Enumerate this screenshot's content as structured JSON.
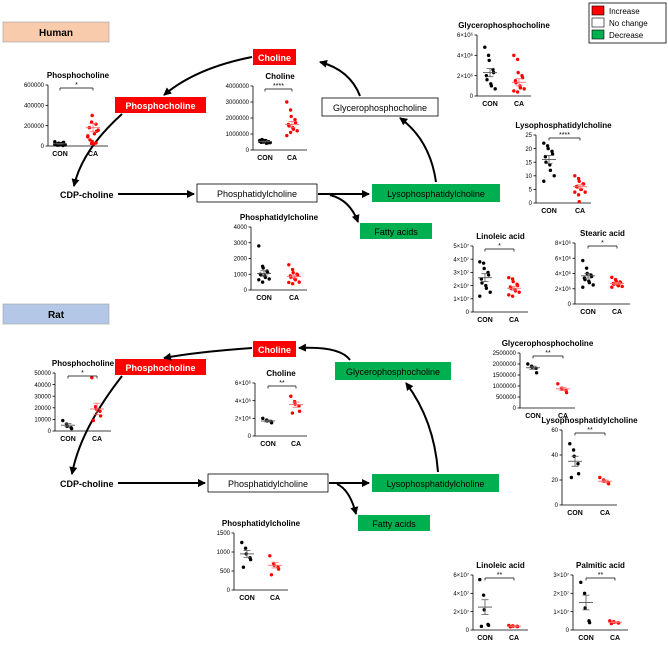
{
  "legend": {
    "items": [
      {
        "label": "Increase",
        "color": "#ff0000"
      },
      {
        "label": "No change",
        "color": "#ffffff"
      },
      {
        "label": "Decrease",
        "color": "#00b050"
      }
    ]
  },
  "colors": {
    "increase": "#ff0000",
    "decrease": "#00b050",
    "human_panel": "#f8cbad",
    "rat_panel": "#b4c7e7",
    "con_point": "#000000",
    "ca_point": "#ff0000"
  },
  "panels": {
    "human": "Human",
    "rat": "Rat"
  },
  "pathway": {
    "human": {
      "choline": "Choline",
      "phosphocholine": "Phosphocholine",
      "glycerophosphocholine": "Glycerophosphocholine",
      "cdp_choline": "CDP-choline",
      "phosphatidylcholine": "Phosphatidylcholine",
      "lysophosphatidylcholine": "Lysophosphatidylcholine",
      "fatty_acids": "Fatty acids"
    },
    "rat": {
      "choline": "Choline",
      "phosphocholine": "Phosphocholine",
      "glycerophosphocholine": "Glycerophosphocholine",
      "cdp_choline": "CDP-choline",
      "phosphatidylcholine": "Phosphatidylcholine",
      "lysophosphatidylcholine": "Lysophosphatidylcholine",
      "fatty_acids": "Fatty acids"
    }
  },
  "chart_data": [
    {
      "id": "h_pcho",
      "type": "scatter",
      "title": "Phosphocholine",
      "categories": [
        "CON",
        "CA"
      ],
      "ylim": [
        0,
        600000
      ],
      "ticks": [
        "0",
        "200000",
        "400000",
        "600000"
      ],
      "tick_values": [
        0,
        200000,
        400000,
        600000
      ],
      "sig": "*",
      "values": [
        [
          15000,
          28000,
          10000,
          5000,
          36000,
          20000,
          8000,
          14000,
          25000,
          11000,
          42000,
          9000
        ],
        [
          100000,
          235000,
          300000,
          215000,
          145000,
          180000,
          60000,
          20000,
          120000,
          155000,
          90000,
          25000,
          45000,
          30000
        ]
      ],
      "mean": [
        22000,
        180000
      ],
      "sem": [
        4000,
        40000
      ]
    },
    {
      "id": "h_cho",
      "type": "scatter",
      "title": "Choline",
      "categories": [
        "CON",
        "CA"
      ],
      "ylim": [
        0,
        4000000
      ],
      "ticks": [
        "0",
        "1000000",
        "2000000",
        "3000000",
        "4000000"
      ],
      "tick_values": [
        0,
        1000000,
        2000000,
        3000000,
        4000000
      ],
      "sig": "****",
      "values": [
        [
          600000,
          500000,
          550000,
          450000,
          520000,
          480000,
          650000,
          590000,
          420000,
          460000,
          540000,
          600000
        ],
        [
          3000000,
          2500000,
          2100000,
          1900000,
          1700000,
          1600000,
          1500000,
          1400000,
          1300000,
          1200000,
          900000,
          1100000
        ]
      ],
      "mean": [
        530000,
        1600000
      ],
      "sem": [
        30000,
        180000
      ]
    },
    {
      "id": "h_gpc",
      "type": "scatter",
      "title": "Glycerophosphocholine",
      "categories": [
        "CON",
        "CA"
      ],
      "ylim": [
        0,
        6000000
      ],
      "ticks": [
        "0",
        "2×10⁶",
        "4×10⁶",
        "6×10⁶"
      ],
      "tick_values": [
        0,
        2000000,
        4000000,
        6000000
      ],
      "sig": "",
      "values": [
        [
          4800000,
          4000000,
          3500000,
          2600000,
          2300000,
          2000000,
          1600000,
          1200000,
          1000000,
          700000
        ],
        [
          4000000,
          3600000,
          2300000,
          2000000,
          1800000,
          1500000,
          1300000,
          1000000,
          800000,
          700000,
          500000,
          400000
        ]
      ],
      "mean": [
        2300000,
        1350000
      ],
      "sem": [
        400000,
        350000
      ]
    },
    {
      "id": "h_lpc",
      "type": "scatter",
      "title": "Lysophosphatidylcholine",
      "categories": [
        "CON",
        "CA"
      ],
      "ylim": [
        0,
        25
      ],
      "ticks": [
        "0",
        "5",
        "10",
        "15",
        "20",
        "25"
      ],
      "tick_values": [
        0,
        5,
        10,
        15,
        20,
        25
      ],
      "sig": "****",
      "values": [
        [
          22,
          21,
          20,
          19,
          18,
          17,
          15,
          14,
          12,
          10,
          8
        ],
        [
          10,
          9,
          8,
          7,
          7,
          6,
          6,
          5,
          5,
          4,
          4,
          3,
          0.5
        ]
      ],
      "mean": [
        16,
        6
      ],
      "sem": [
        1.5,
        0.7
      ]
    },
    {
      "id": "h_pc",
      "type": "scatter",
      "title": "Phosphatidylcholine",
      "categories": [
        "CON",
        "CA"
      ],
      "ylim": [
        0,
        4000
      ],
      "ticks": [
        "0",
        "1000",
        "2000",
        "3000",
        "4000"
      ],
      "tick_values": [
        0,
        1000,
        2000,
        3000,
        4000
      ],
      "sig": "",
      "values": [
        [
          2800,
          1500,
          1400,
          1200,
          1100,
          1000,
          950,
          900,
          800,
          700,
          650,
          500
        ],
        [
          1600,
          1300,
          1100,
          1000,
          950,
          900,
          800,
          700,
          650,
          500,
          480,
          400
        ]
      ],
      "mean": [
        1050,
        850
      ],
      "sem": [
        170,
        100
      ]
    },
    {
      "id": "h_la",
      "type": "scatter",
      "title": "Linoleic acid",
      "categories": [
        "CON",
        "CA"
      ],
      "ylim": [
        0,
        50000000
      ],
      "ticks": [
        "0",
        "1×10⁷",
        "2×10⁷",
        "3×10⁷",
        "4×10⁷",
        "5×10⁷"
      ],
      "tick_values": [
        0,
        10000000,
        20000000,
        30000000,
        40000000,
        50000000
      ],
      "sig": "*",
      "values": [
        [
          38000000,
          37000000,
          33000000,
          30000000,
          28000000,
          25000000,
          22000000,
          20000000,
          18000000,
          15000000,
          12000000
        ],
        [
          26000000,
          25000000,
          23000000,
          21000000,
          20000000,
          19000000,
          18000000,
          17000000,
          16000000,
          15000000,
          13000000,
          12000000
        ]
      ],
      "mean": [
        26000000,
        18000000
      ],
      "sem": [
        3000000,
        1500000
      ]
    },
    {
      "id": "h_sa",
      "type": "scatter",
      "title": "Stearic acid",
      "categories": [
        "CON",
        "CA"
      ],
      "ylim": [
        0,
        8000000
      ],
      "ticks": [
        "0",
        "2×10⁶",
        "4×10⁶",
        "6×10⁶",
        "8×10⁶"
      ],
      "tick_values": [
        0,
        2000000,
        4000000,
        6000000,
        8000000
      ],
      "sig": "*",
      "values": [
        [
          5700000,
          4700000,
          4000000,
          3800000,
          3600000,
          3400000,
          3200000,
          3000000,
          2800000,
          2500000,
          2200000
        ],
        [
          3500000,
          3200000,
          3000000,
          2900000,
          2800000,
          2700000,
          2600000,
          2500000,
          2400000,
          2300000,
          2200000
        ]
      ],
      "mean": [
        3700000,
        2700000
      ],
      "sem": [
        300000,
        120000
      ]
    },
    {
      "id": "r_pcho",
      "type": "scatter",
      "title": "Phosphocholine",
      "categories": [
        "CON",
        "CA"
      ],
      "ylim": [
        0,
        50000
      ],
      "ticks": [
        "0",
        "10000",
        "20000",
        "30000",
        "40000",
        "50000"
      ],
      "tick_values": [
        0,
        10000,
        20000,
        30000,
        40000,
        50000
      ],
      "sig": "*",
      "values": [
        [
          9000,
          6000,
          4000,
          3000,
          2000
        ],
        [
          46000,
          21000,
          19000,
          17000,
          13000,
          9000
        ]
      ],
      "mean": [
        5000,
        19000
      ],
      "sem": [
        1300,
        5000
      ]
    },
    {
      "id": "r_cho",
      "type": "scatter",
      "title": "Choline",
      "categories": [
        "CON",
        "CA"
      ],
      "ylim": [
        0,
        6000000
      ],
      "ticks": [
        "0",
        "2×10⁶",
        "4×10⁶",
        "6×10⁶"
      ],
      "tick_values": [
        0,
        2000000,
        4000000,
        6000000
      ],
      "sig": "**",
      "values": [
        [
          2000000,
          1800000,
          1700000,
          1650000,
          1500000
        ],
        [
          4500000,
          3900000,
          3600000,
          3400000,
          2800000,
          2600000
        ]
      ],
      "mean": [
        1700000,
        3550000
      ],
      "sem": [
        100000,
        300000
      ]
    },
    {
      "id": "r_gpc",
      "type": "scatter",
      "title": "Glycerophosphocholine",
      "categories": [
        "CON",
        "CA"
      ],
      "ylim": [
        0,
        2500000
      ],
      "ticks": [
        "0",
        "500000",
        "1000000",
        "1500000",
        "2000000",
        "2500000"
      ],
      "tick_values": [
        0,
        500000,
        1000000,
        1500000,
        2000000,
        2500000
      ],
      "sig": "**",
      "values": [
        [
          2000000,
          1900000,
          1850000,
          1800000,
          1600000
        ],
        [
          1100000,
          900000,
          850000,
          800000,
          700000
        ]
      ],
      "mean": [
        1830000,
        870000
      ],
      "sem": [
        70000,
        70000
      ]
    },
    {
      "id": "r_lpc",
      "type": "scatter",
      "title": "Lysophosphatidylcholine",
      "categories": [
        "CON",
        "CA"
      ],
      "ylim": [
        0,
        60
      ],
      "ticks": [
        "0",
        "20",
        "40",
        "60"
      ],
      "tick_values": [
        0,
        20,
        40,
        60
      ],
      "sig": "**",
      "values": [
        [
          49,
          44,
          39,
          33,
          25,
          22
        ],
        [
          22,
          20,
          19,
          18,
          17
        ]
      ],
      "mean": [
        35,
        19
      ],
      "sem": [
        4,
        1
      ]
    },
    {
      "id": "r_pc",
      "type": "scatter",
      "title": "Phosphatidylcholine",
      "categories": [
        "CON",
        "CA"
      ],
      "ylim": [
        0,
        1500
      ],
      "ticks": [
        "0",
        "500",
        "1000",
        "1500"
      ],
      "tick_values": [
        0,
        500,
        1000,
        1500
      ],
      "sig": "",
      "values": [
        [
          1250,
          1100,
          950,
          850,
          800,
          600
        ],
        [
          900,
          700,
          650,
          600,
          550,
          400
        ]
      ],
      "mean": [
        950,
        650
      ],
      "sem": [
        90,
        70
      ]
    },
    {
      "id": "r_la",
      "type": "scatter",
      "title": "Linoleic acid",
      "categories": [
        "CON",
        "CA"
      ],
      "ylim": [
        0,
        60000000
      ],
      "ticks": [
        "0",
        "2×10⁷",
        "4×10⁷",
        "6×10⁷"
      ],
      "tick_values": [
        0,
        20000000,
        40000000,
        60000000
      ],
      "sig": "**",
      "values": [
        [
          55000000,
          38000000,
          22000000,
          6000000,
          5000000,
          4000000
        ],
        [
          5000000,
          4500000,
          4200000,
          4000000,
          3800000,
          3500000
        ]
      ],
      "mean": [
        25000000,
        4200000
      ],
      "sem": [
        8000000,
        300000
      ]
    },
    {
      "id": "r_pa",
      "type": "scatter",
      "title": "Palmitic acid",
      "categories": [
        "CON",
        "CA"
      ],
      "ylim": [
        0,
        30000000
      ],
      "ticks": [
        "0",
        "1×10⁷",
        "2×10⁷",
        "3×10⁷"
      ],
      "tick_values": [
        0,
        10000000,
        20000000,
        30000000
      ],
      "sig": "**",
      "values": [
        [
          26000000,
          20000000,
          12000000,
          5000000,
          4000000
        ],
        [
          5000000,
          4500000,
          4200000,
          4000000,
          3800000,
          3500000
        ]
      ],
      "mean": [
        15000000,
        4200000
      ],
      "sem": [
        4000000,
        300000
      ]
    }
  ]
}
